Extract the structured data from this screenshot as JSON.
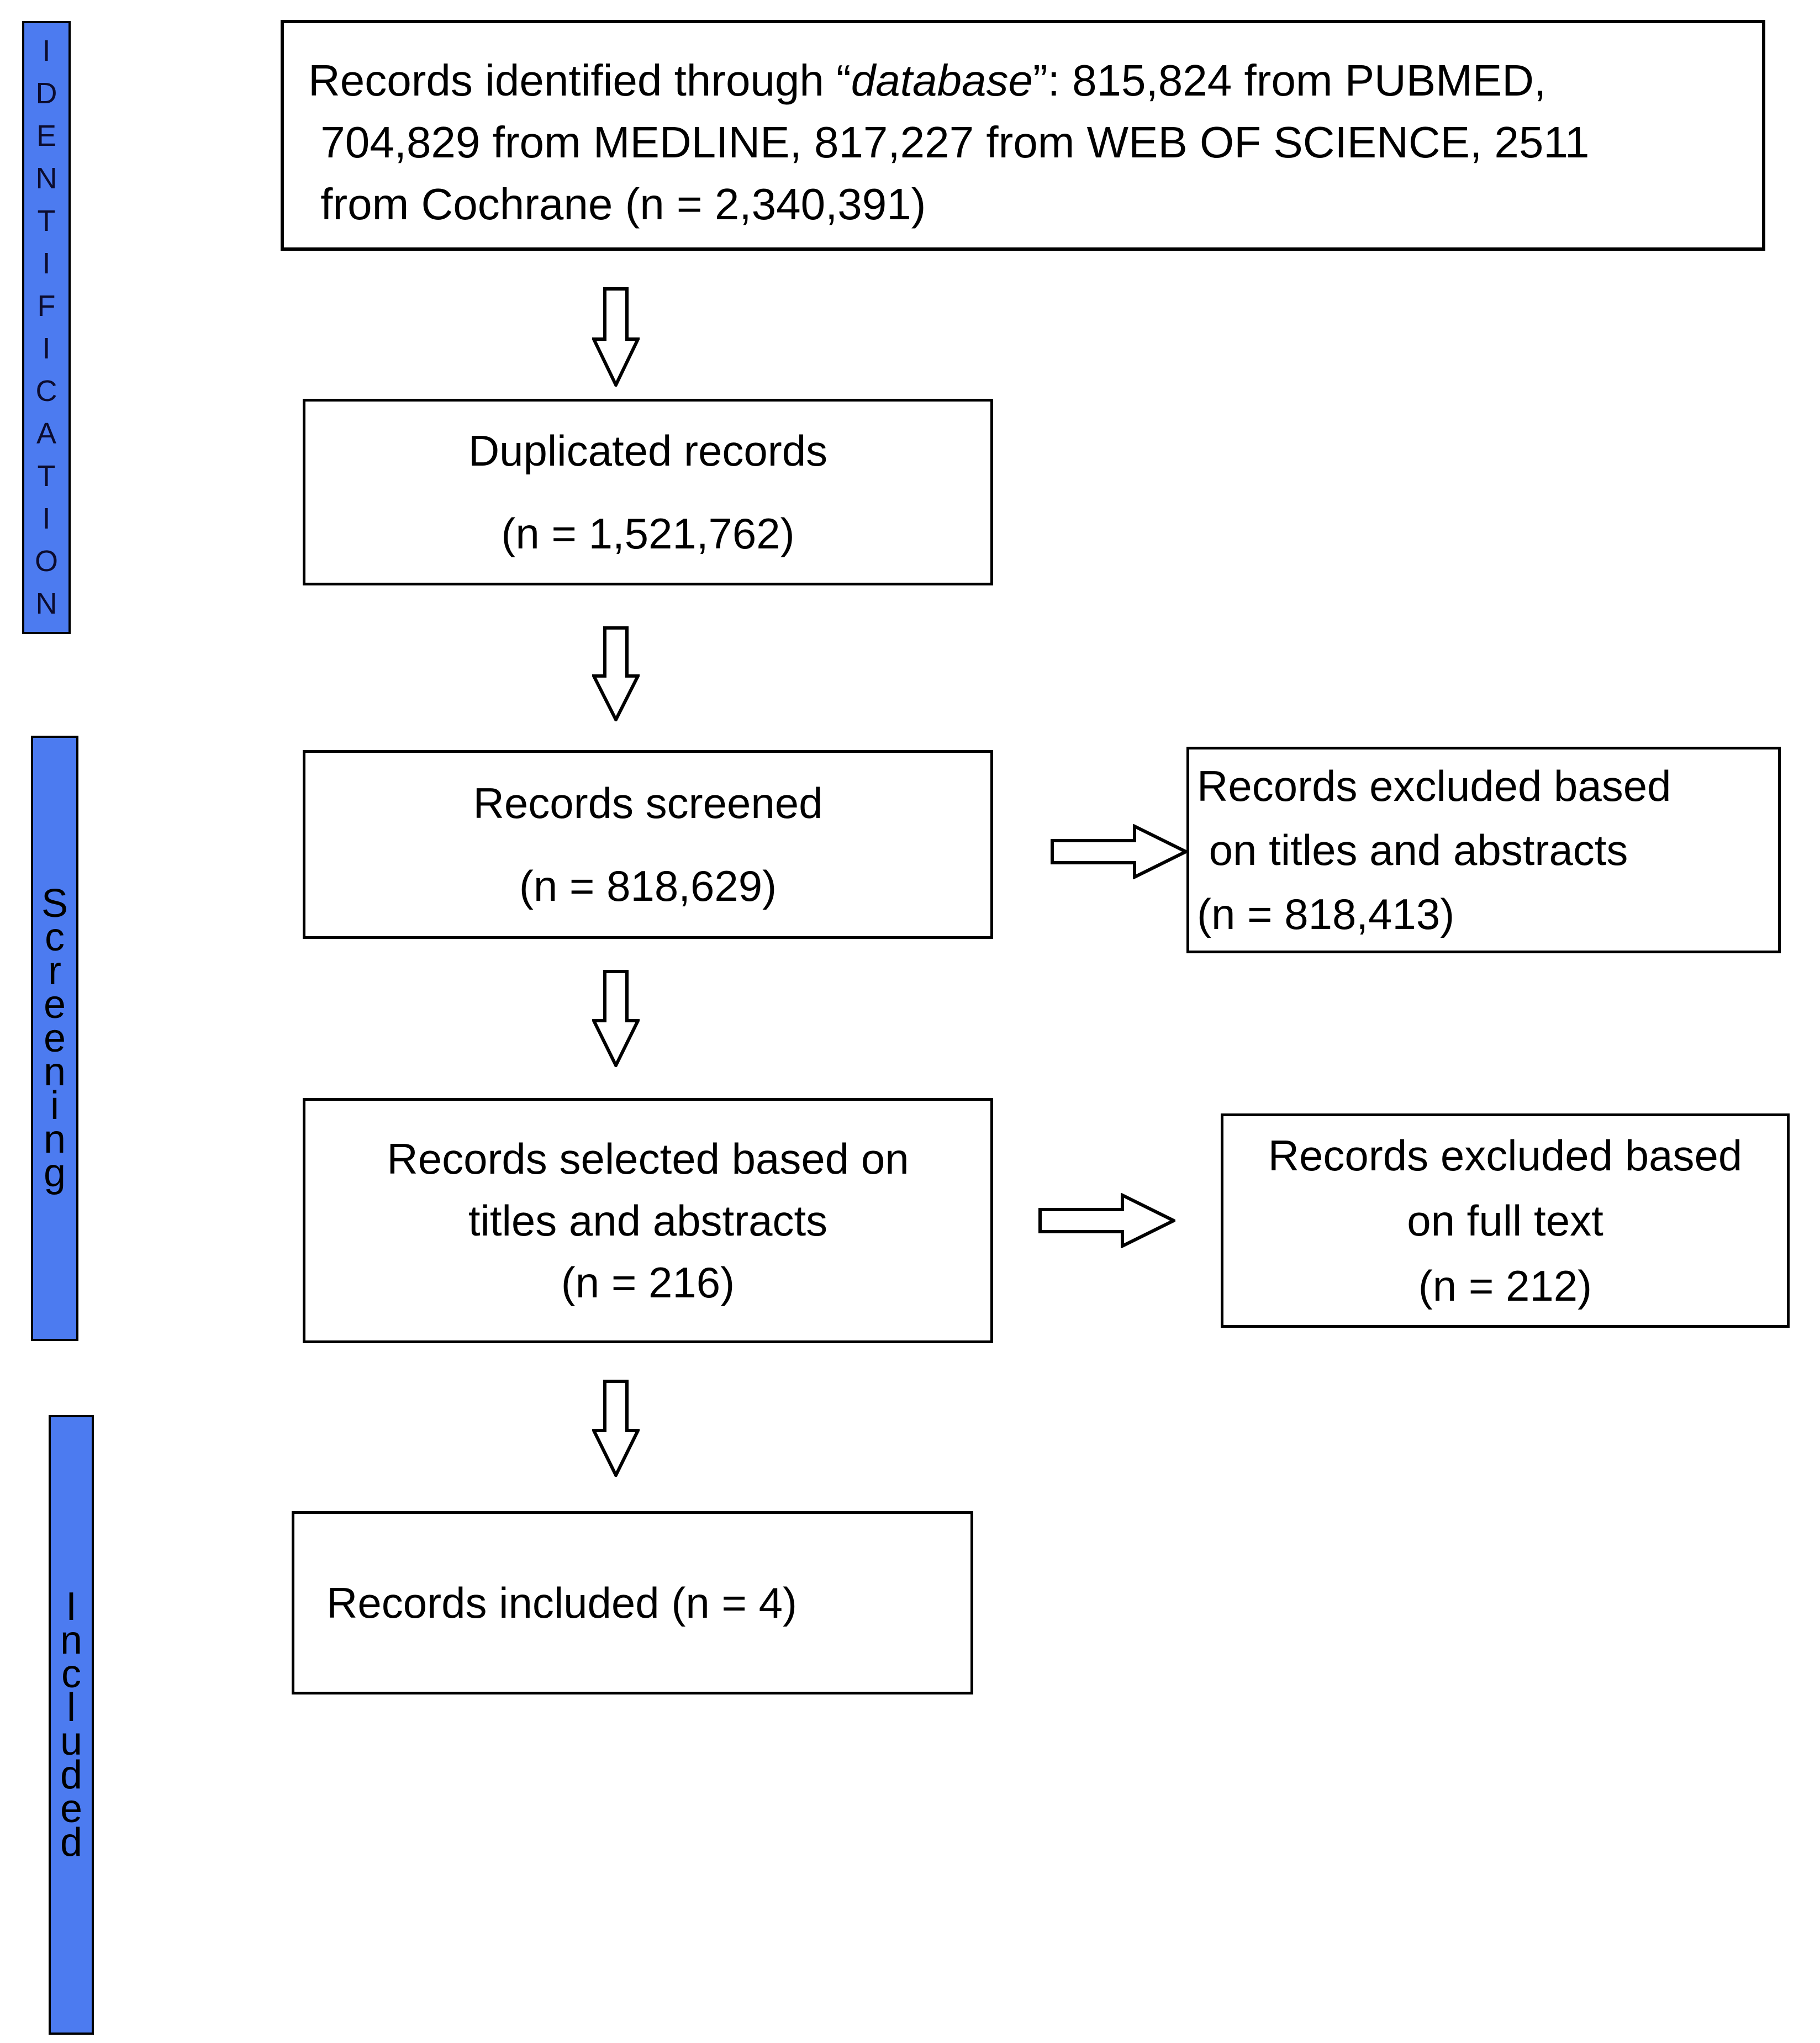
{
  "diagram": {
    "title": "PRISMA-style records flow diagram",
    "colors": {
      "background": "#ffffff",
      "stage_bar_fill": "#4C7BF0",
      "stage_bar_border": "#000000",
      "stage_letter_color": "#0c0c2e",
      "box_border": "#000000",
      "box_fill": "#ffffff",
      "arrow_fill": "#ffffff",
      "arrow_outline": "#000000",
      "text": "#000000"
    },
    "icons": {
      "down_arrow": "arrow-down-icon",
      "right_arrow": "arrow-right-icon"
    },
    "stages": {
      "identification": {
        "label": "IDENTIFICATION",
        "stacked": "I\nD\nE\nN\nT\nI\nF\nI\nC\nA\nT\nI\nO\nN"
      },
      "screening": {
        "label": "Screening",
        "stacked": "S\nc\nr\ne\ne\nn\ni\nn\ng"
      },
      "included": {
        "label": "Included",
        "stacked": "I\nn\nc\nl\nu\nd\ne\nd"
      }
    },
    "boxes": {
      "identified": {
        "text_before_italic": "Records identified through “",
        "italic_word": "database",
        "text_after_italic": "”: 815,824 from PUBMED,\n 704,829 from MEDLINE, 817,227 from WEB OF SCIENCE, 2511\n from Cochrane (n = 2,340,391)",
        "n": "2,340,391",
        "sources": [
          {
            "name": "PUBMED",
            "count": "815,824"
          },
          {
            "name": "MEDLINE",
            "count": "704,829"
          },
          {
            "name": "WEB OF SCIENCE",
            "count": "817,227"
          },
          {
            "name": "Cochrane",
            "count": "2511"
          }
        ]
      },
      "duplicated": {
        "text": "Duplicated records\n(n = 1,521,762)",
        "n": "1,521,762"
      },
      "screened": {
        "text": "Records screened\n(n = 818,629)",
        "n": "818,629"
      },
      "excluded_titles": {
        "text": "Records excluded based\n on titles and abstracts\n(n = 818,413)",
        "n": "818,413"
      },
      "selected": {
        "text": "Records selected based on\ntitles and abstracts\n(n = 216)",
        "n": "216"
      },
      "excluded_fulltext": {
        "text": "Records excluded based\non full text\n(n = 212)",
        "n": "212"
      },
      "included": {
        "text": "Records included (n = 4)",
        "n": "4"
      }
    }
  }
}
